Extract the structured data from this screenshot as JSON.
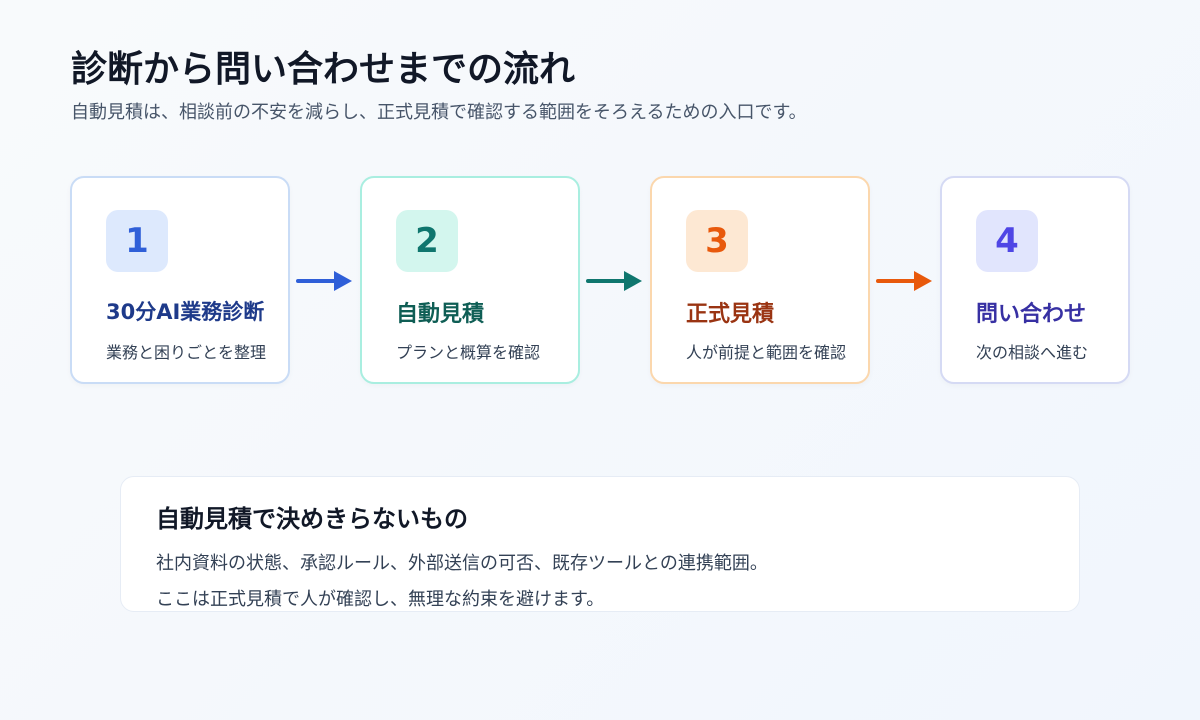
{
  "title": "診断から問い合わせまでの流れ",
  "subtitle": "自動見積は、相談前の不安を減らし、正式見積で確認する範囲をそろえるための入口です。",
  "colors": {
    "step1_accent": "#2f5fd8",
    "step2_accent": "#0f766e",
    "step3_accent": "#e8590c",
    "step4_accent": "#4f46e5"
  },
  "steps": [
    {
      "number": "1",
      "title": "30分AI業務診断",
      "description": "業務と困りごとを整理"
    },
    {
      "number": "2",
      "title": "自動見積",
      "description": "プランと概算を確認"
    },
    {
      "number": "3",
      "title": "正式見積",
      "description": "人が前提と範囲を確認"
    },
    {
      "number": "4",
      "title": "問い合わせ",
      "description": "次の相談へ進む"
    }
  ],
  "arrows": [
    "arrow-right-icon",
    "arrow-right-icon",
    "arrow-right-icon"
  ],
  "note": {
    "title": "自動見積で決めきらないもの",
    "line1": "社内資料の状態、承認ルール、外部送信の可否、既存ツールとの連携範囲。",
    "line2": "ここは正式見積で人が確認し、無理な約束を避けます。"
  }
}
